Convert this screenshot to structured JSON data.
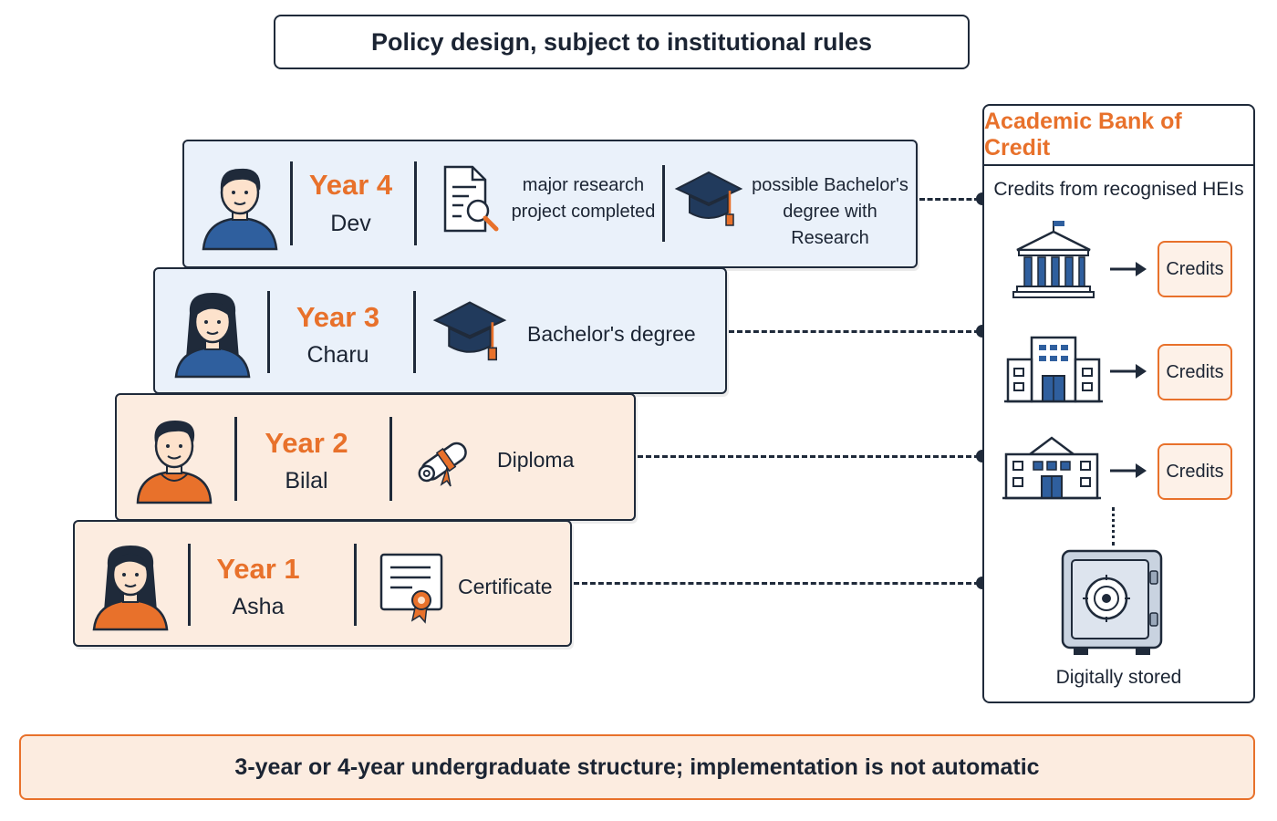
{
  "title": "Policy design, subject to institutional rules",
  "students": [
    {
      "year": "Year 4",
      "name": "Dev",
      "milestone": "major research project completed",
      "outcome": "possible Bachelor's degree with Research"
    },
    {
      "year": "Year 3",
      "name": "Charu",
      "outcome": "Bachelor's degree"
    },
    {
      "year": "Year 2",
      "name": "Bilal",
      "outcome": "Diploma"
    },
    {
      "year": "Year 1",
      "name": "Asha",
      "outcome": "Certificate"
    }
  ],
  "bank": {
    "title": "Academic Bank of Credit",
    "subtitle": "Credits from recognised HEIs",
    "credit_label": "Credits",
    "stored_label": "Digitally stored"
  },
  "footer": "3-year or 4-year undergraduate structure; implementation is not automatic",
  "colors": {
    "accent": "#e8712b",
    "dark": "#1f2a3a",
    "blue_card": "#eaf1fa",
    "peach_card": "#fcece0",
    "icon_blue": "#2f5f9e"
  }
}
